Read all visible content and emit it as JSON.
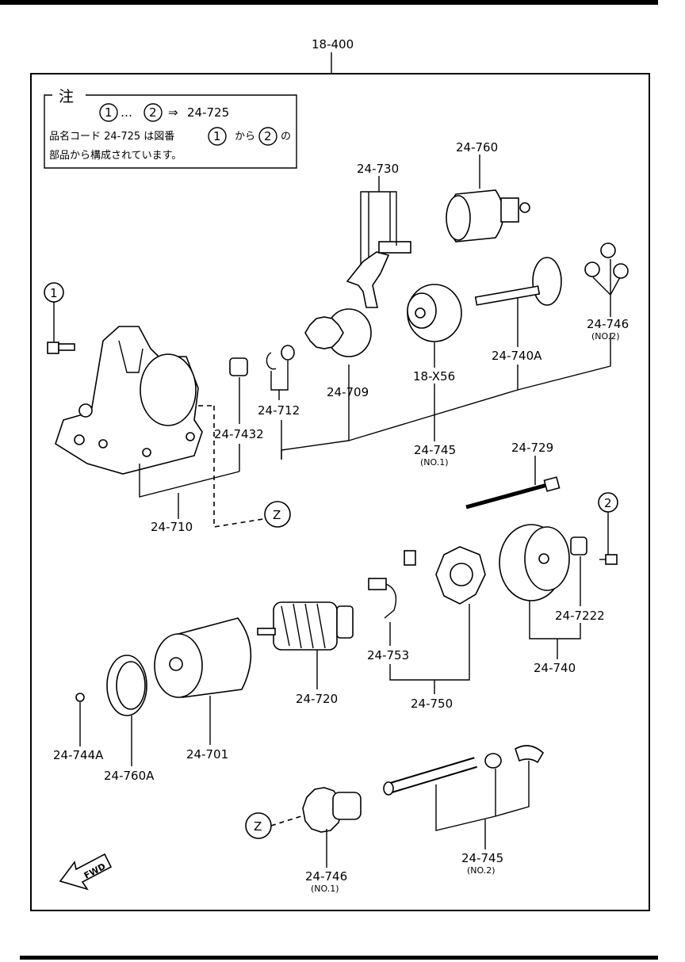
{
  "header_ref": "18-400",
  "note": {
    "title": "注",
    "symbol_1": "1",
    "symbol_2": "2",
    "ellipsis": "…",
    "arrow": "⇒",
    "ref": "24-725",
    "line2_prefix": "品名コード 24-725 は図番",
    "line2_mid": "から",
    "line2_suffix": "の",
    "line3": "部品から構成されています。"
  },
  "callouts": {
    "c1": "1",
    "c2": "2",
    "z1": "Z",
    "z2": "Z"
  },
  "parts": [
    {
      "id": "p24730",
      "code": "24-730"
    },
    {
      "id": "p24760",
      "code": "24-760"
    },
    {
      "id": "p24746no2",
      "code": "24-746",
      "sub": "(NO.2)"
    },
    {
      "id": "p24740A",
      "code": "24-740A"
    },
    {
      "id": "p18X56",
      "code": "18-X56"
    },
    {
      "id": "p24709",
      "code": "24-709"
    },
    {
      "id": "p24712",
      "code": "24-712"
    },
    {
      "id": "p247432",
      "code": "24-7432"
    },
    {
      "id": "p24745no1",
      "code": "24-745",
      "sub": "(NO.1)"
    },
    {
      "id": "p24710",
      "code": "24-710"
    },
    {
      "id": "p24729",
      "code": "24-729"
    },
    {
      "id": "p247222",
      "code": "24-7222"
    },
    {
      "id": "p24740",
      "code": "24-740"
    },
    {
      "id": "p24753",
      "code": "24-753"
    },
    {
      "id": "p24750",
      "code": "24-750"
    },
    {
      "id": "p24720",
      "code": "24-720"
    },
    {
      "id": "p24701",
      "code": "24-701"
    },
    {
      "id": "p24744A",
      "code": "24-744A"
    },
    {
      "id": "p24760A",
      "code": "24-760A"
    },
    {
      "id": "p24745no2",
      "code": "24-745",
      "sub": "(NO.2)"
    },
    {
      "id": "p24746no1",
      "code": "24-746",
      "sub": "(NO.1)"
    }
  ],
  "fwd_label": "FWD"
}
